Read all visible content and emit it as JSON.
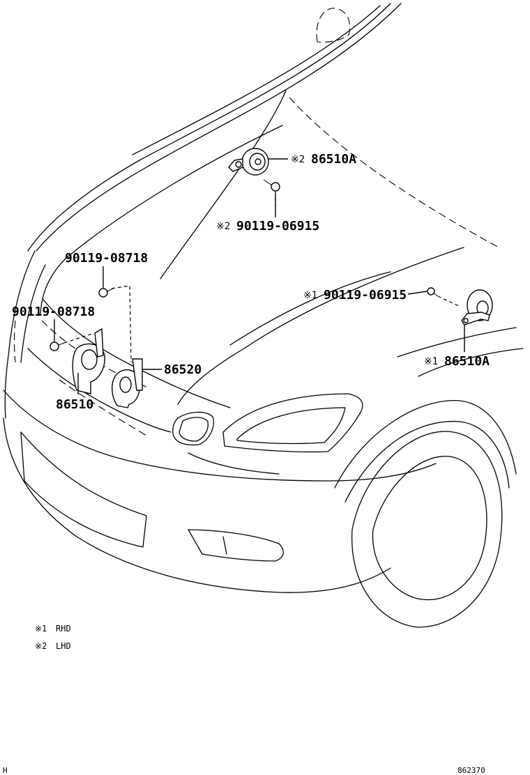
{
  "callouts": {
    "horn_lhd_top": {
      "mark": "※2",
      "part": "86510A"
    },
    "bolt_lhd_top": {
      "mark": "※2",
      "part": "90119-06915"
    },
    "bolt_left_upper": {
      "part": "90119-08718"
    },
    "bolt_left_lower": {
      "part": "90119-08718"
    },
    "horn_bracket": {
      "part": "86520"
    },
    "horn_left": {
      "part": "86510"
    },
    "bolt_rhd_right": {
      "mark": "※1",
      "part": "90119-06915"
    },
    "horn_rhd_right": {
      "mark": "※1",
      "part": "86510A"
    }
  },
  "legend": [
    {
      "mark": "※1",
      "text": "RHD"
    },
    {
      "mark": "※2",
      "text": "LHD"
    }
  ],
  "footer": {
    "left": "H",
    "right": "862370"
  }
}
